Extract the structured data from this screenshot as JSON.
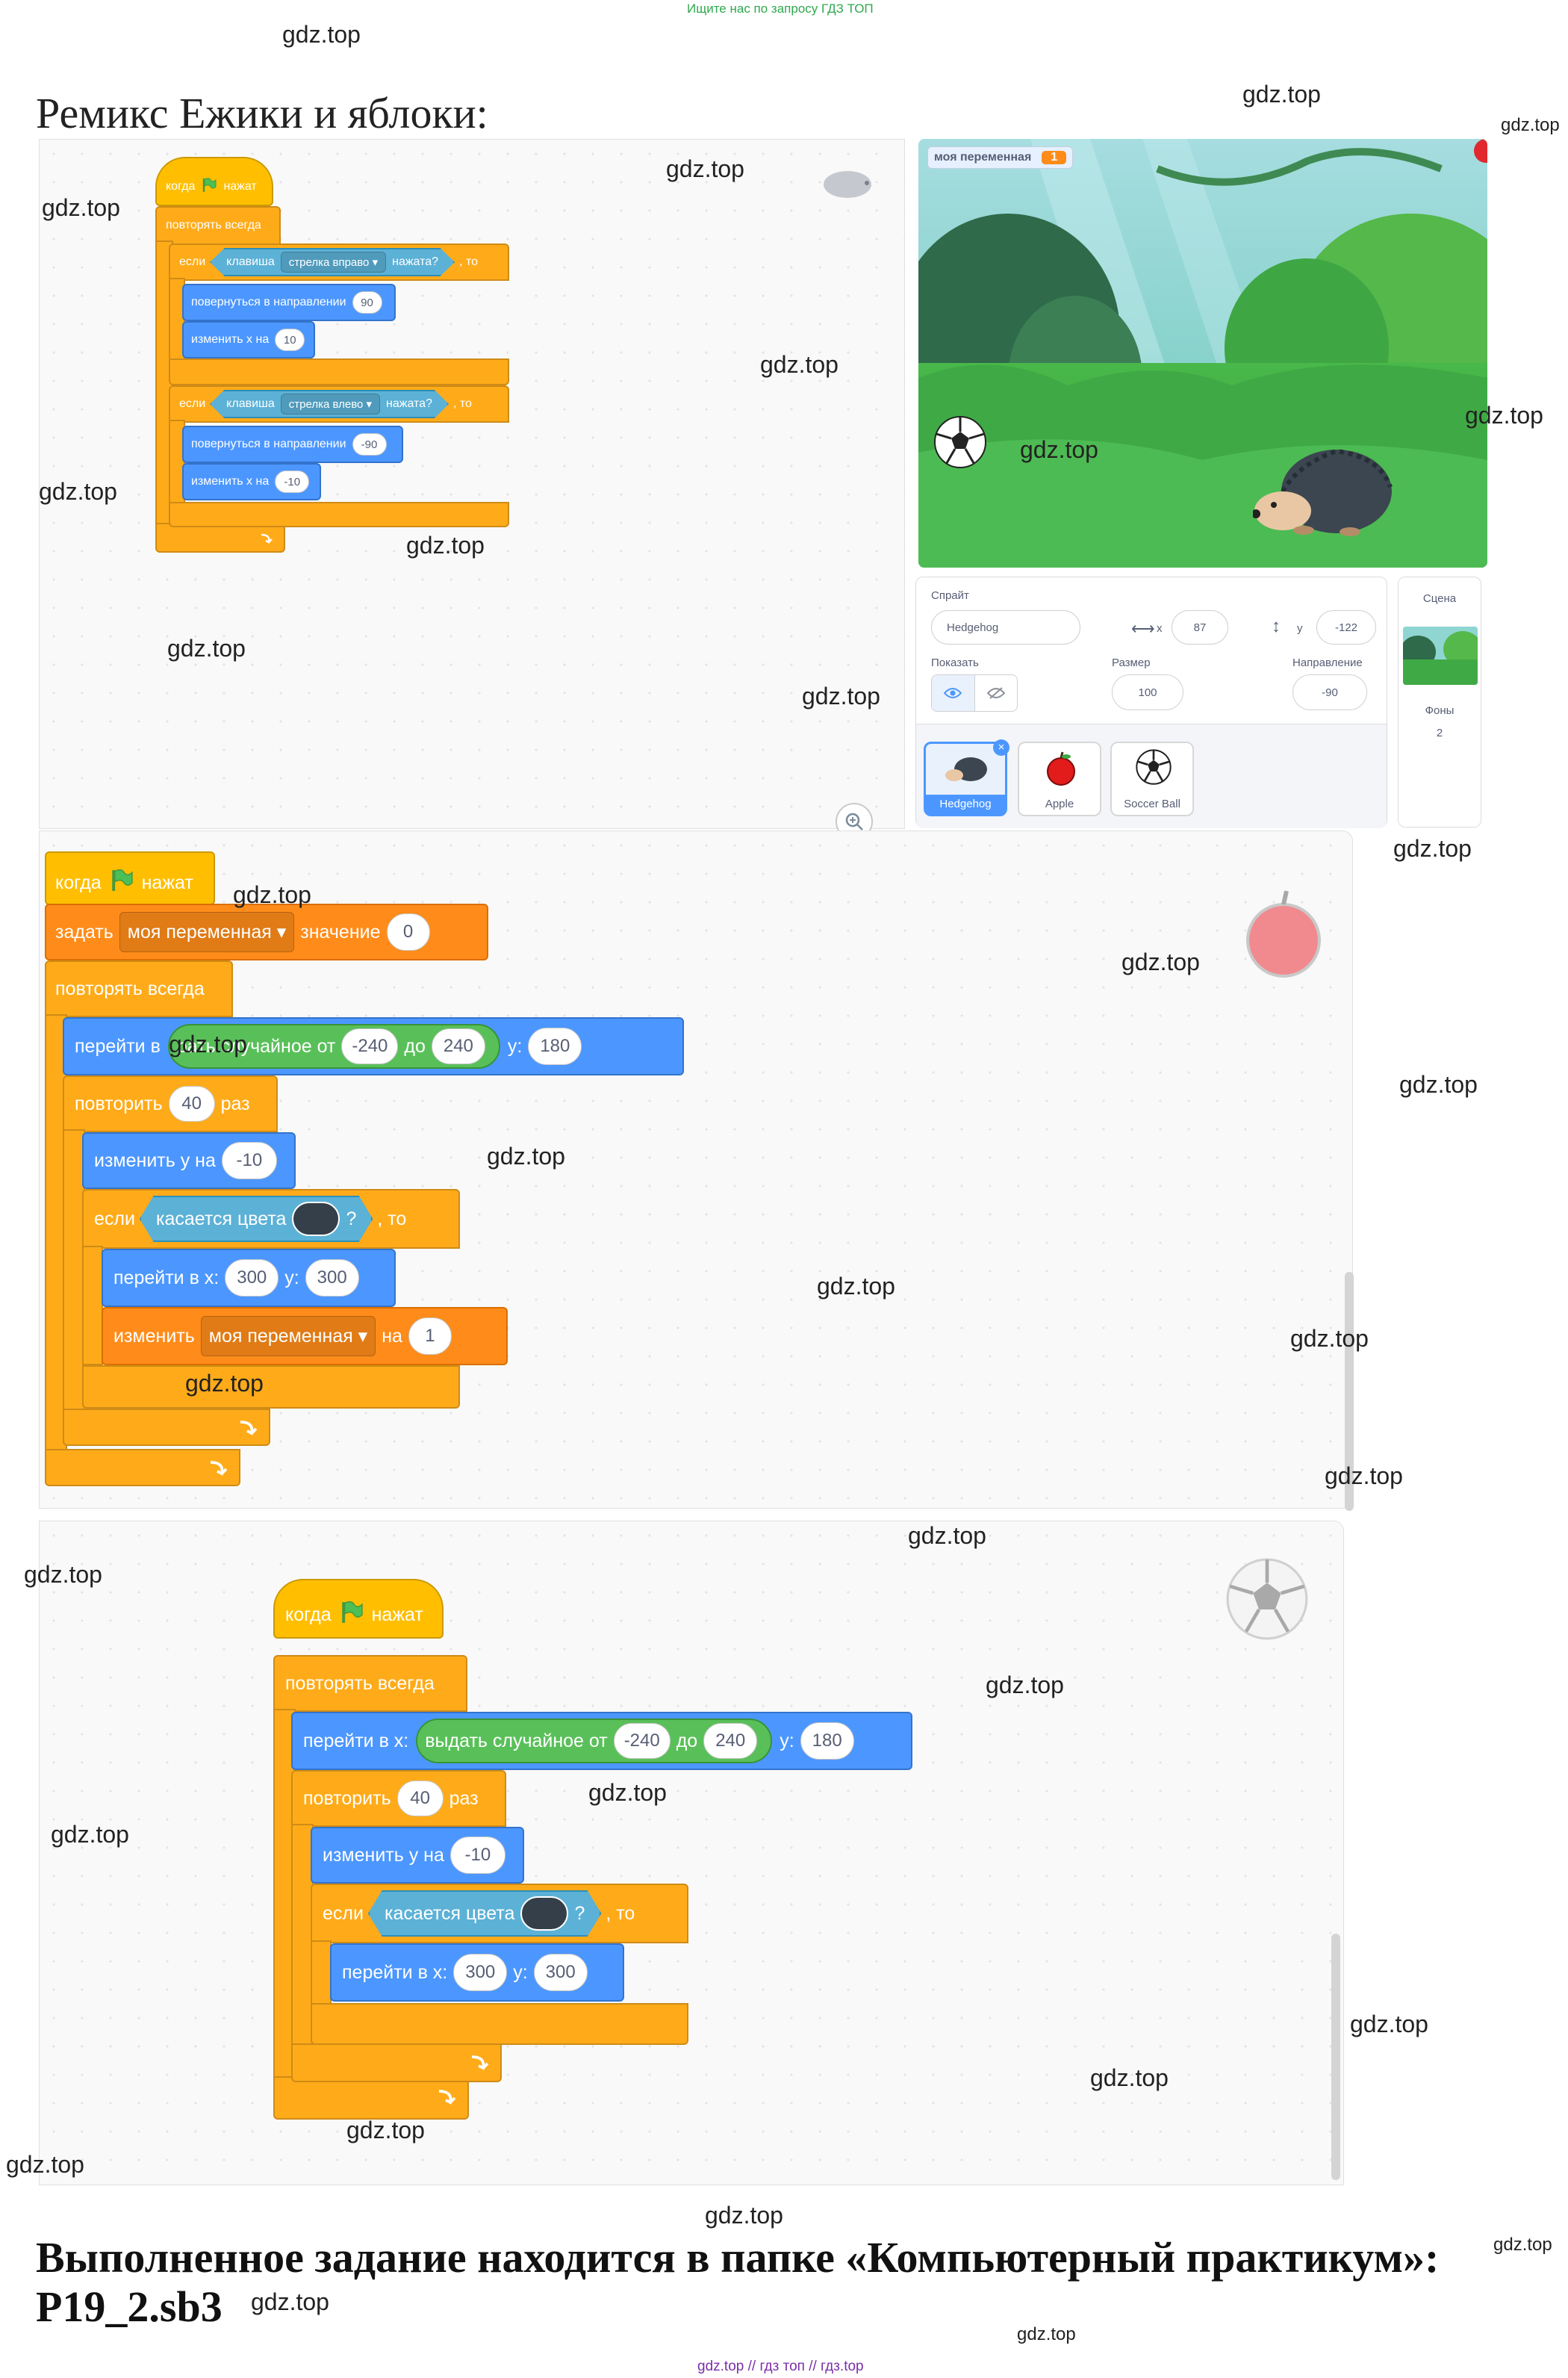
{
  "page": {
    "top_note": "Ищите нас по запросу ГДЗ ТОП",
    "heading": "Ремикс Ежики и яблоки:",
    "footer": "Выполненное задание находится в папке «Компьютерный практикум»: P19_2.sb3",
    "bottom_note": "gdz.top // гдз топ // гдз.top",
    "watermark": "gdz.top"
  },
  "hedgehog_script": {
    "when_flag": "когда",
    "clicked": "нажат",
    "forever": "повторять всегда",
    "if1": {
      "if": "если",
      "key": "клавиша",
      "key_name": "стрелка вправо",
      "pressed": "нажата?",
      "then": ", то"
    },
    "point1": {
      "label": "повернуться в направлении",
      "value": "90"
    },
    "change1": {
      "label": "изменить x на",
      "value": "10"
    },
    "if2": {
      "if": "если",
      "key": "клавиша",
      "key_name": "стрелка влево",
      "pressed": "нажата?",
      "then": ", то"
    },
    "point2": {
      "label": "повернуться в направлении",
      "value": "-90"
    },
    "change2": {
      "label": "изменить x на",
      "value": "-10"
    }
  },
  "stage": {
    "variable_label": "моя переменная",
    "variable_value": "1"
  },
  "sprite_info": {
    "sprite_label": "Спрайт",
    "sprite_name": "Hedgehog",
    "x_label": "x",
    "x_value": "87",
    "y_label": "y",
    "y_value": "-122",
    "show_label": "Показать",
    "size_label": "Размер",
    "size_value": "100",
    "direction_label": "Направление",
    "direction_value": "-90",
    "sprites": [
      "Hedgehog",
      "Apple",
      "Soccer Ball"
    ]
  },
  "scene": {
    "label": "Сцена",
    "backdrops_label": "Фоны",
    "backdrops_count": "2"
  },
  "apple_script": {
    "when_flag": "когда",
    "clicked": "нажат",
    "set": "задать",
    "var": "моя переменная",
    "to": "значение",
    "set_value": "0",
    "forever": "повторять всегда",
    "goto": "перейти в",
    "random": "рать случайное от",
    "from": "-240",
    "to_word": "до",
    "to_value": "240",
    "y": "y:",
    "y_value": "180",
    "repeat": "повторить",
    "repeat_n": "40",
    "times": "раз",
    "change_y": "изменить у на",
    "change_y_value": "-10",
    "if": "если",
    "touch": "касается цвета",
    "q": "?",
    "then": ", то",
    "goto2": "перейти в x:",
    "goto2_x": "300",
    "goto2_y_label": "y:",
    "goto2_y": "300",
    "change": "изменить",
    "change_var": "моя переменная",
    "by": "на",
    "change_value": "1"
  },
  "ball_script": {
    "when_flag": "когда",
    "clicked": "нажат",
    "forever": "повторять всегда",
    "goto": "перейти в x:",
    "random": "выдать случайное от",
    "from": "-240",
    "to_word": "до",
    "to_value": "240",
    "y": "y:",
    "y_value": "180",
    "repeat": "повторить",
    "repeat_n": "40",
    "times": "раз",
    "change_y": "изменить у на",
    "change_y_value": "-10",
    "if": "если",
    "touch": "касается цвета",
    "q": "?",
    "then": ", то",
    "goto2": "перейти в x:",
    "goto2_x": "300",
    "goto2_y_label": "y:",
    "goto2_y": "300"
  },
  "colors": {
    "events": "#ffbf00",
    "control": "#ffab19",
    "motion": "#4c97ff",
    "variables": "#ff8c1a",
    "operators": "#59c059",
    "sensing": "#5cb1d6",
    "touch_color": "#343f4a"
  }
}
